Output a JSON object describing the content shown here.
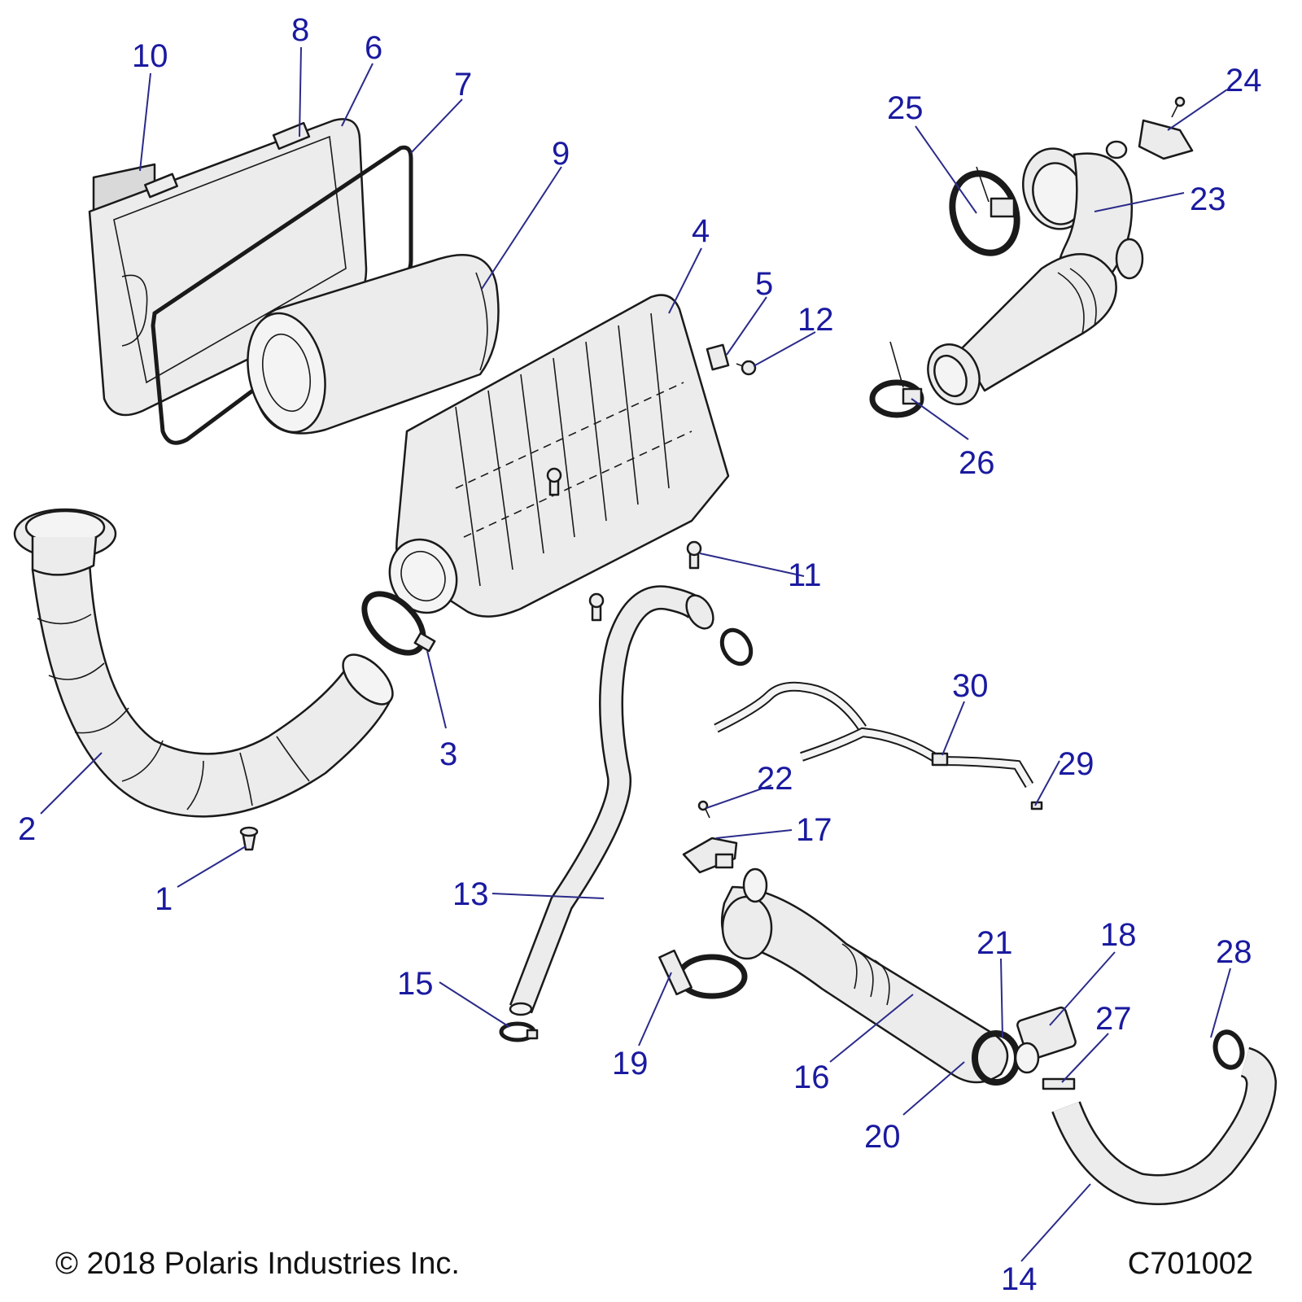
{
  "copyright": "© 2018 Polaris Industries Inc.",
  "diagram_id": "C701002",
  "callouts": {
    "c1": "1",
    "c2": "2",
    "c3": "3",
    "c4": "4",
    "c5": "5",
    "c6": "6",
    "c7": "7",
    "c8": "8",
    "c9": "9",
    "c10": "10",
    "c11": "11",
    "c12": "12",
    "c13": "13",
    "c14": "14",
    "c15": "15",
    "c16": "16",
    "c17": "17",
    "c18": "18",
    "c19": "19",
    "c20": "20",
    "c21": "21",
    "c22": "22",
    "c23": "23",
    "c24": "24",
    "c25": "25",
    "c26": "26",
    "c27": "27",
    "c28": "28",
    "c29": "29",
    "c30": "30"
  }
}
